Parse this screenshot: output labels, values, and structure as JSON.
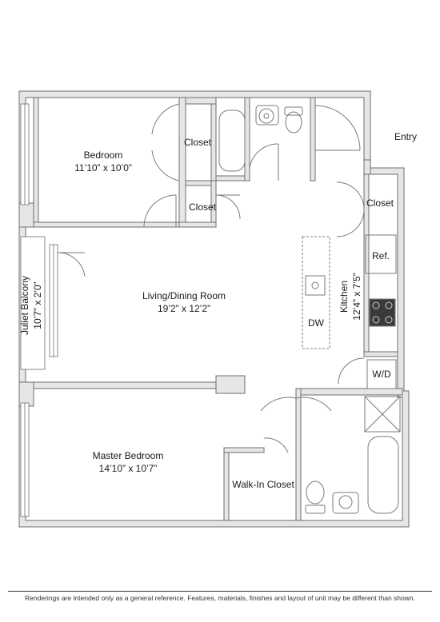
{
  "rooms": {
    "bedroom": {
      "name": "Bedroom",
      "size": "11’10” x 10’0”"
    },
    "closet_1": {
      "name": "Closet"
    },
    "closet_2": {
      "name": "Closet"
    },
    "closet_3": {
      "name": "Closet"
    },
    "entry": {
      "name": "Entry"
    },
    "refrigerator": {
      "name": "Ref."
    },
    "living_dining": {
      "name": "Living/Dining Room",
      "size": "19’2” x 12’2”"
    },
    "dishwasher": {
      "name": "DW"
    },
    "kitchen": {
      "name": "Kitchen",
      "size": "12’4” x 7’5”"
    },
    "juliet_balcony": {
      "name": "Juliet Balcony",
      "size": "10’7” x 2’0”"
    },
    "washer_dryer": {
      "name": "W/D"
    },
    "master_bedroom": {
      "name": "Master Bedroom",
      "size": "14’10” x 10’7”"
    },
    "walk_in_closet": {
      "name": "Walk-In Closet"
    }
  },
  "footer": {
    "disclaimer": "Renderings are intended only as a general reference. Features, materials, finishes and layout of unit may be different than shown."
  },
  "colors": {
    "wall_fill": "#e6e6e6",
    "wall_stroke": "#6d6d6d",
    "fixture_stroke": "#7a7a7a",
    "cooktop": "#3a3a3a"
  }
}
